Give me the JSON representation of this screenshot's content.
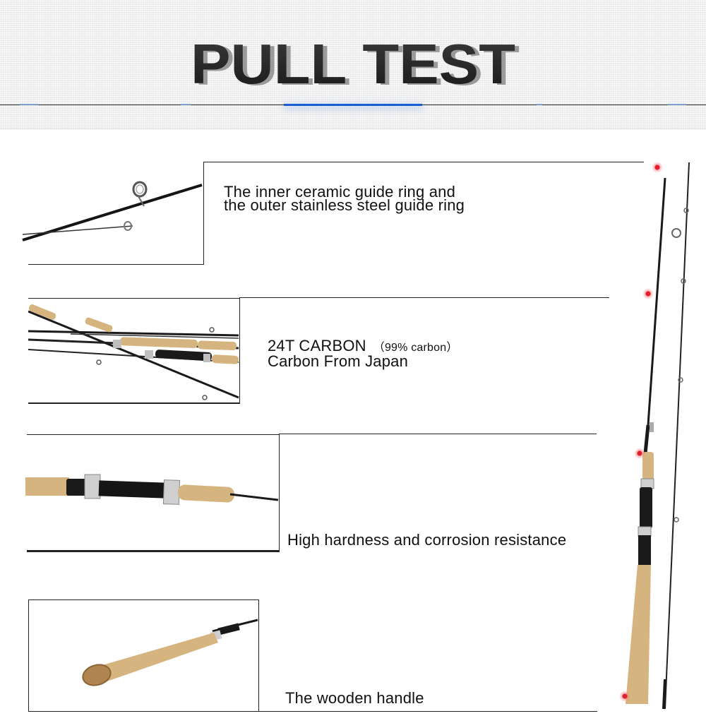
{
  "header": {
    "title": "PULL TEST"
  },
  "features": [
    {
      "lines": [
        "The inner ceramic guide ring and",
        "the outer stainless steel guide ring"
      ]
    },
    {
      "lines": [
        "24T CARBON",
        "Carbon From Japan"
      ],
      "note": "（99% carbon）"
    },
    {
      "lines": [
        "High hardness and corrosion resistance"
      ]
    },
    {
      "lines": [
        "The wooden handle"
      ]
    }
  ],
  "colors": {
    "accent": "#1a5fd1",
    "marker": "#e0202a",
    "cork": "#d6b47f",
    "blank": "#1c1c1c"
  }
}
